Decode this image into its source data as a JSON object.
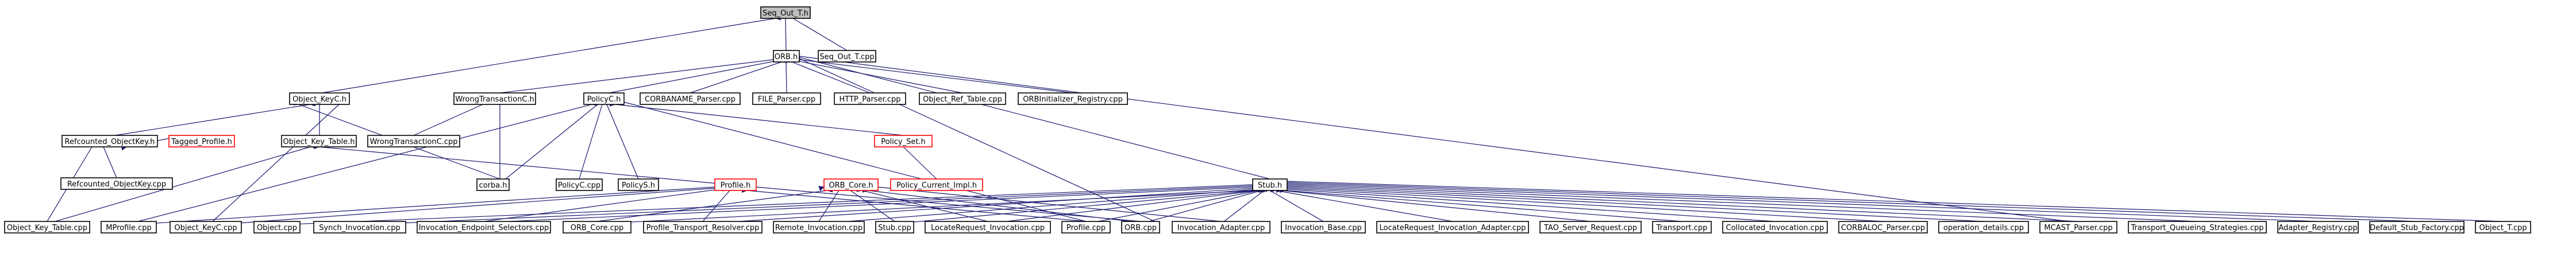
{
  "colors": {
    "edge": "#191970",
    "edge_secondary": "#808080",
    "root_fill": "#bfbfbf",
    "red_border": "#ff0000"
  },
  "nodes": {
    "n0": "Seq_Out_T.h",
    "n1": "ORB.h",
    "n2": "Seq_Out_T.cpp",
    "n3": "Object_KeyC.h",
    "n4": "WrongTransactionC.h",
    "n5": "PolicyC.h",
    "n6": "CORBANAME_Parser.cpp",
    "n7": "FILE_Parser.cpp",
    "n8": "HTTP_Parser.cpp",
    "n9": "Object_Ref_Table.cpp",
    "n10": "ORBInitializer_Registry.cpp",
    "n11": "Refcounted_ObjectKey.h",
    "n12": "Tagged_Profile.h",
    "n13": "Object_KeyC.cpp",
    "n14": "Object_Key_Table.h",
    "n15": "corba.h",
    "n16": "WrongTransactionC.cpp",
    "n17": "PolicyC.cpp",
    "n18": "PolicyS.h",
    "n19": "Policy_Set.h",
    "n20": "Refcounted_ObjectKey.cpp",
    "n21": "Policy_Current_Impl.h",
    "n22": "Profile.h",
    "n23": "ORB_Core.h",
    "n24": "Stub.h",
    "n25": "Object_Key_Table.cpp",
    "n26": "MProfile.cpp",
    "n27": "Object.cpp",
    "n28": "Synch_Invocation.cpp",
    "n29": "Invocation_Endpoint_Selectors.cpp",
    "n30": "ORB_Core.cpp",
    "n31": "Profile_Transport_Resolver.cpp",
    "n32": "Remote_Invocation.cpp",
    "n33": "Stub.cpp",
    "n34": "LocateRequest_Invocation.cpp",
    "n35": "Profile.cpp",
    "n36": "ORB.cpp",
    "n37": "Invocation_Adapter.cpp",
    "n38": "Invocation_Base.cpp",
    "n39": "LocateRequest_Invocation_Adapter.cpp",
    "n40": "TAO_Server_Request.cpp",
    "n41": "Transport.cpp",
    "n42": "Collocated_Invocation.cpp",
    "n43": "CORBALOC_Parser.cpp",
    "n44": "operation_details.cpp",
    "n45": "MCAST_Parser.cpp",
    "n46": "Transport_Queueing_Strategies.cpp",
    "n47": "Adapter_Registry.cpp",
    "n48": "Default_Stub_Factory.cpp",
    "n49": "Object_T.cpp"
  }
}
